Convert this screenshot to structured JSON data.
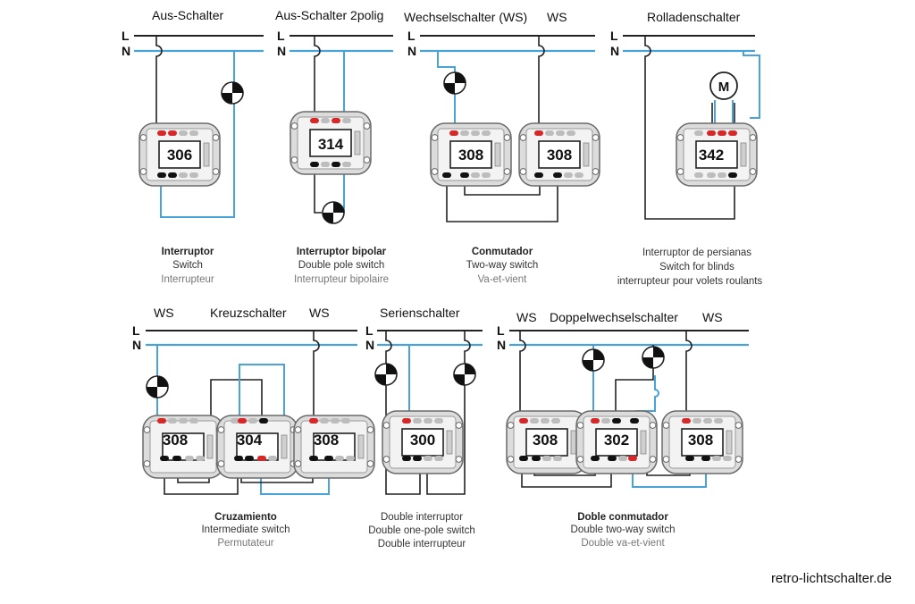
{
  "bus": {
    "phase_label": "L",
    "neutral_label": "N"
  },
  "colors": {
    "neutral": "#4aa3d8",
    "phase": "#222222",
    "terminal_red": "#d62828"
  },
  "icons": {
    "lamp": "lamp-icon",
    "motor": "motor-icon",
    "switch": "switch-module-icon"
  },
  "diagrams": [
    {
      "title": "Aus-Schalter",
      "modules": [
        "306"
      ],
      "caption": [
        "Interruptor",
        "Switch",
        "Interrupteur"
      ]
    },
    {
      "title": "Aus-Schalter 2polig",
      "modules": [
        "314"
      ],
      "caption": [
        "Interruptor bipolar",
        "Double pole switch",
        "Interrupteur bipolaire"
      ]
    },
    {
      "title": "Wechselschalter (WS)",
      "title2": "WS",
      "modules": [
        "308",
        "308"
      ],
      "caption": [
        "Conmutador",
        "Two-way switch",
        "Va-et-vient"
      ]
    },
    {
      "title": "Rolladenschalter",
      "motor_label": "M",
      "modules": [
        "342"
      ],
      "caption": [
        "Interruptor de persianas",
        "Switch for blinds",
        "interrupteur pour volets roulants"
      ]
    },
    {
      "title": "Kreuzschalter",
      "left_label": "WS",
      "right_label": "WS",
      "modules": [
        "308",
        "304",
        "308"
      ],
      "caption": [
        "Cruzamiento",
        "Intermediate switch",
        "Permutateur"
      ]
    },
    {
      "title": "Serienschalter",
      "modules": [
        "300"
      ],
      "caption": [
        "Double interruptor",
        "Double one-pole switch",
        "Double interrupteur"
      ]
    },
    {
      "title": "Doppelwechselschalter",
      "left_label": "WS",
      "right_label": "WS",
      "modules": [
        "308",
        "302",
        "308"
      ],
      "caption": [
        "Doble conmutador",
        "Double two-way switch",
        "Double va-et-vient"
      ]
    }
  ],
  "watermark": "retro-lichtschalter.de"
}
